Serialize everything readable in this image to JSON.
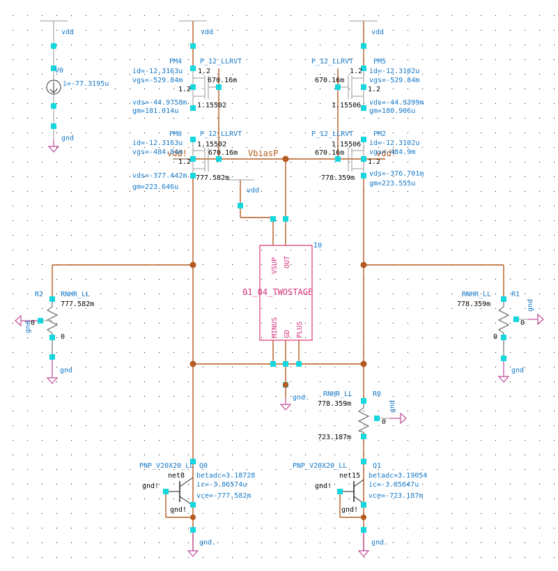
{
  "net_labels": {
    "vdd": "vdd",
    "gnd": "gnd",
    "gnd_dot": "gnd.",
    "gnd_bang": "gnd!",
    "vdd_bang": "vdd!",
    "vbiasp": "VbiasP"
  },
  "v0": {
    "name": "V0",
    "current": "i=-77.3195u"
  },
  "pm4": {
    "name": "PM4",
    "model": "P_12_LLRVT",
    "id": "id=-12.3163u",
    "vgs": "vgs=-529.84m",
    "vds": "vds=-44.9758m",
    "gm": "gm=181.014u",
    "v_s": "1.2",
    "v_b": "1.2",
    "v_g": "670.16m",
    "v_d": "1.15502"
  },
  "pm5": {
    "name": "PM5",
    "model": "P_12_LLRVT",
    "id": "id=-12.3102u",
    "vgs": "vgs=-529.84m",
    "vds": "vds=-44.9399m",
    "gm": "gm=180.906u",
    "v_s": "1.2",
    "v_b": "1.2",
    "v_g": "670.16m",
    "v_d": "1.15506"
  },
  "pm0": {
    "name": "PM0",
    "model": "P_12_LLRVT",
    "id": "id=-12.3163u",
    "vgs": "vgs=-484.84m",
    "vds": "vds=-377.442m",
    "gm": "gm=223.646u",
    "v_s": "1.15502",
    "v_b": "1.2",
    "v_g": "670.16m",
    "v_d": "777.582m"
  },
  "pm2": {
    "name": "PM2",
    "model": "P_12_LLRVT",
    "id": "id=-12.3102u",
    "vgs": "vgs=-484.9m",
    "vds": "vds=-376.701m",
    "gm": "gm=223.555u",
    "v_s": "1.15506",
    "v_b": "1.2",
    "v_g": "670.16m",
    "v_d": "778.359m"
  },
  "i0": {
    "name": "I0",
    "cell": "01_04_TWOSTAGE",
    "pins": [
      "VSUP",
      "OUT",
      "MINUS",
      "GD",
      "PLUS"
    ]
  },
  "r2": {
    "name": "R2",
    "model": "RNHR_LL",
    "v_top": "777.582m",
    "v_b": "0",
    "v_bot": "0"
  },
  "r1": {
    "name": "R1",
    "model": "RNHR_LL",
    "v_top": "778.359m",
    "v_b": "0",
    "v_bot": "0"
  },
  "r0": {
    "name": "R0",
    "model": "RNHR_LL",
    "v_top": "778.359m",
    "v_b": "0",
    "v_bot": "723.187m"
  },
  "q0": {
    "name": "Q0",
    "model": "PNP_V20X20_LL",
    "net": "net8",
    "betadc": "betadc=3.18728",
    "ic": "ic=-3.86574u",
    "vce": "vce=-777.582m"
  },
  "q1": {
    "name": "Q1",
    "model": "PNP_V20X20_LL",
    "net": "net15",
    "betadc": "betadc=3.19054",
    "ic": "ic=-3.85647u",
    "vce": "vce=-723.187m"
  }
}
